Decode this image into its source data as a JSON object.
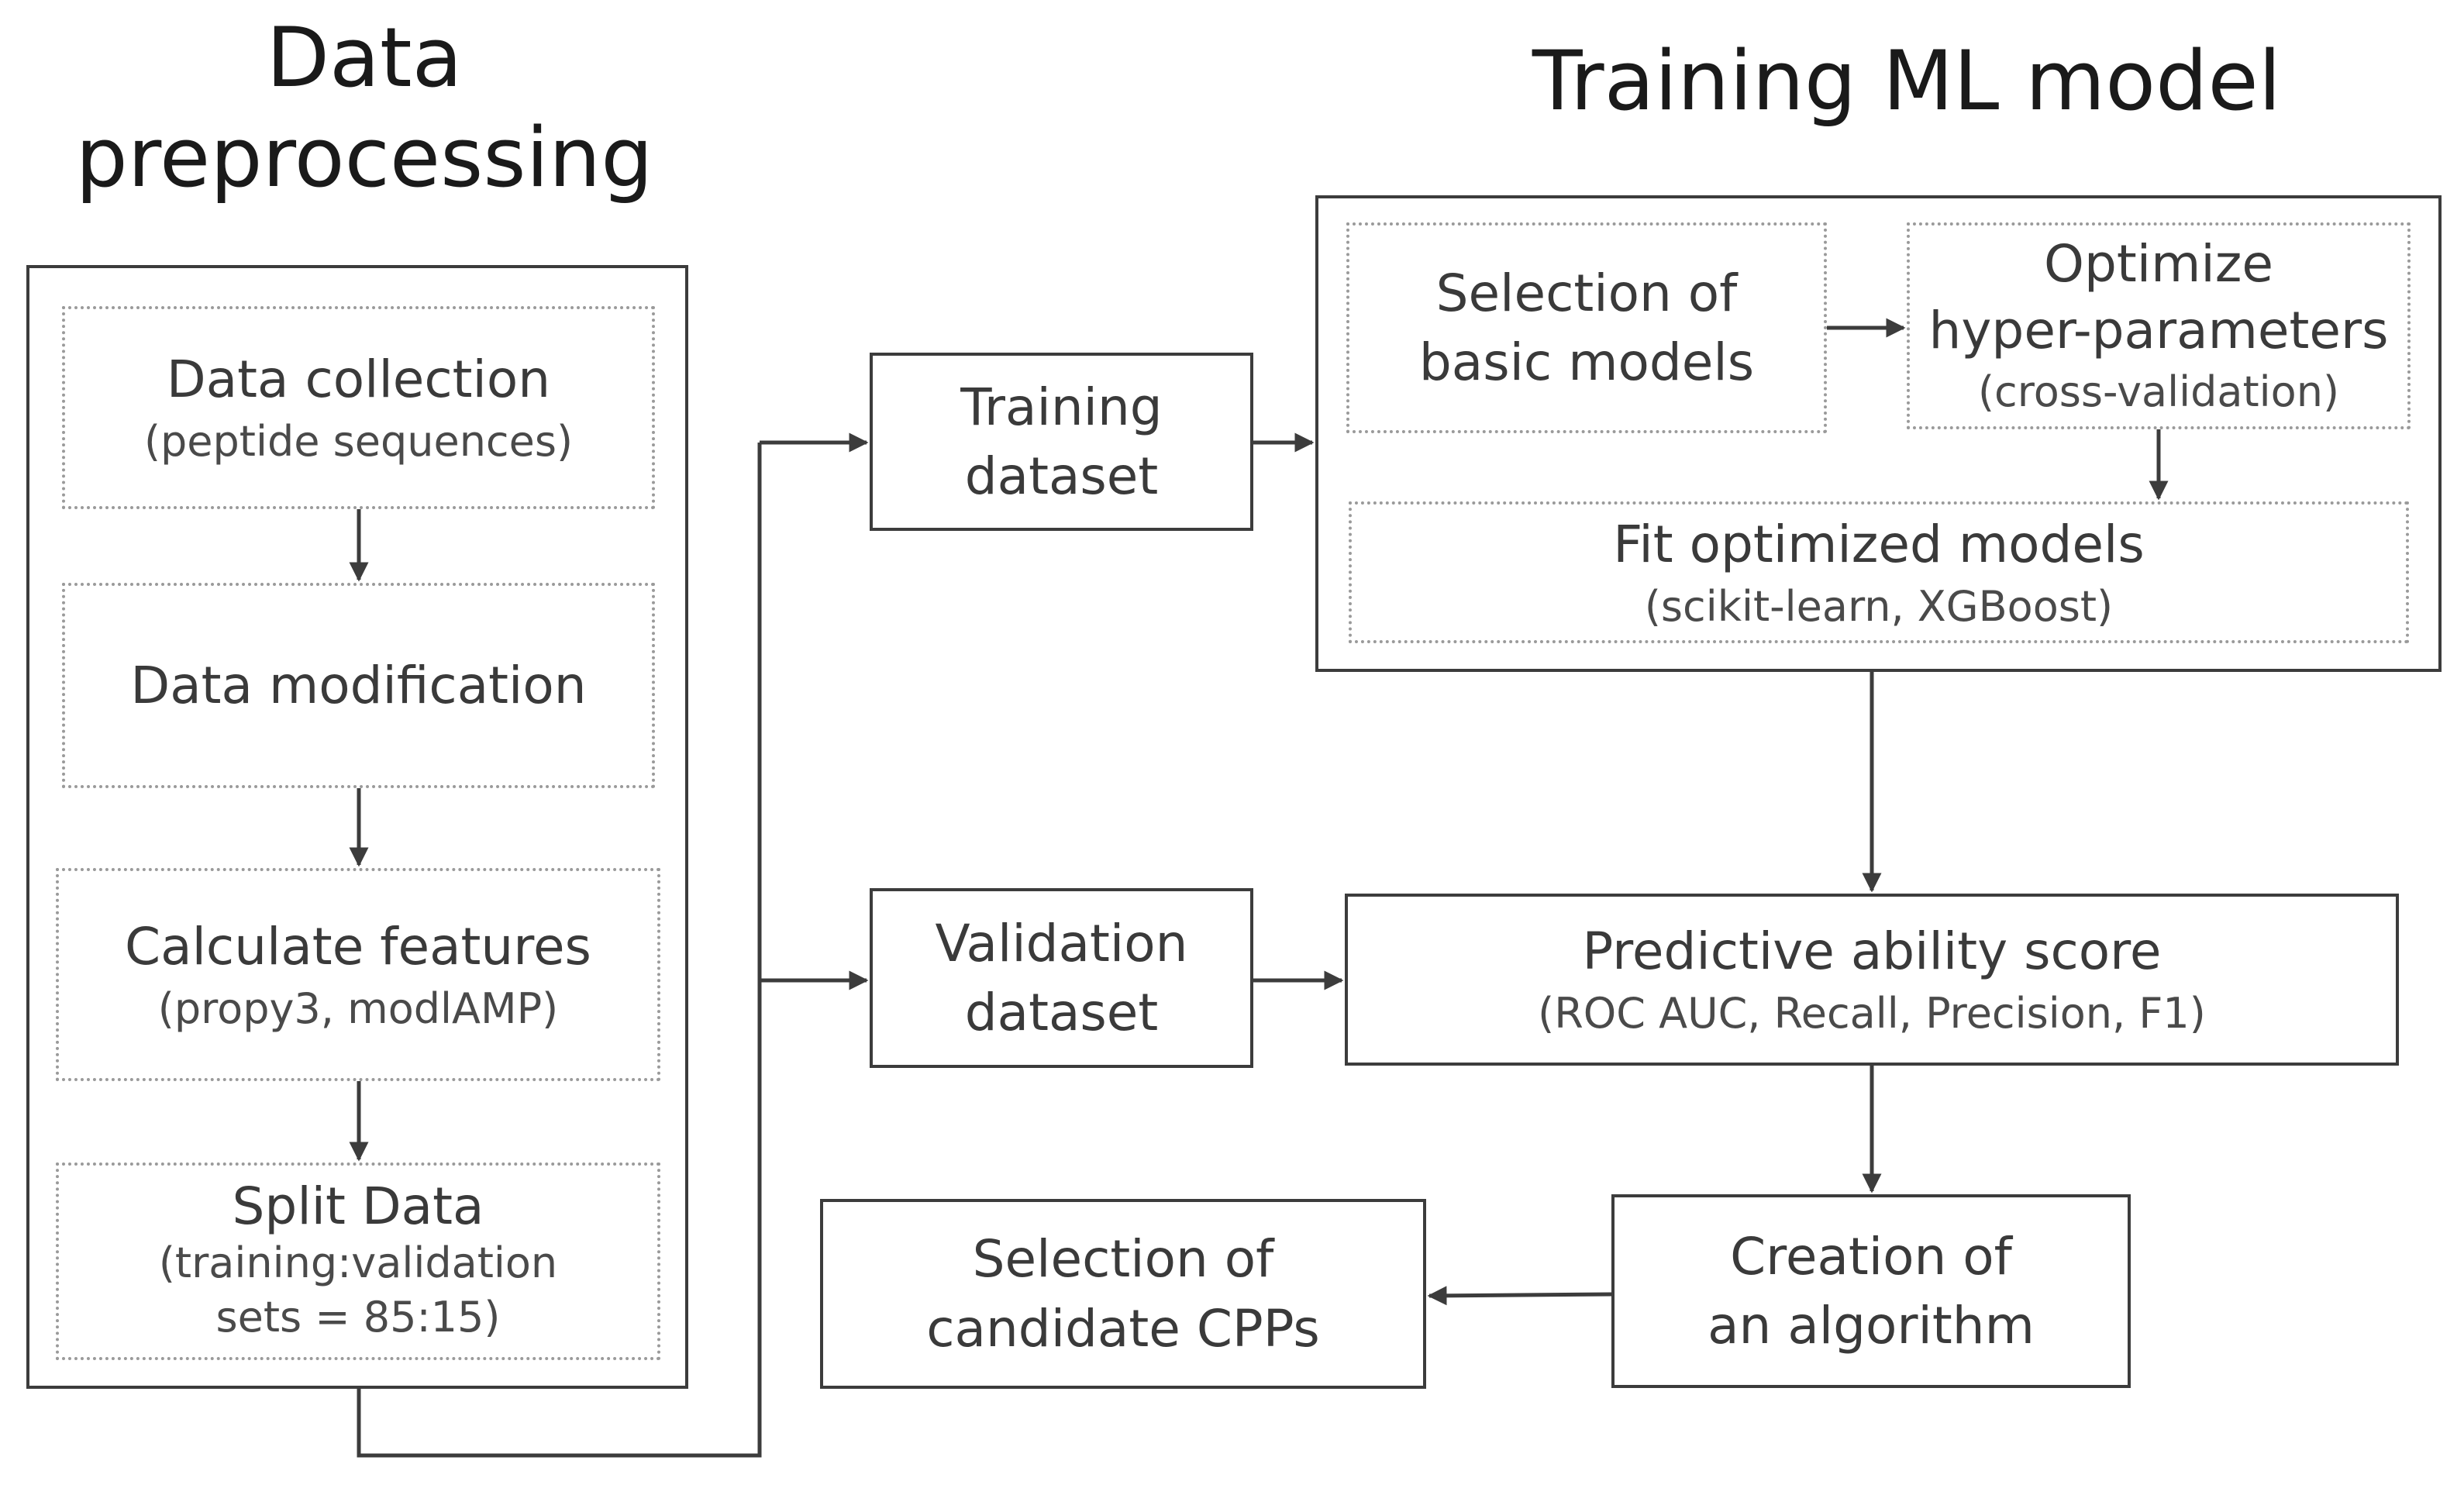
{
  "titles": {
    "preprocessing": [
      "Data",
      "preprocessing"
    ],
    "training": "Training ML model"
  },
  "preprocessing": {
    "data_collection": {
      "main": "Data collection",
      "sub": "(peptide sequences)"
    },
    "data_modification": {
      "main": "Data modification"
    },
    "calculate_features": {
      "main": "Calculate features",
      "sub": "(propy3, modlAMP)"
    },
    "split_data": {
      "main": "Split Data",
      "sub1": "(training:validation",
      "sub2": "sets = 85:15)"
    }
  },
  "datasets": {
    "training": [
      "Training",
      "dataset"
    ],
    "validation": [
      "Validation",
      "dataset"
    ]
  },
  "training_model": {
    "selection_basic": [
      "Selection of",
      "basic models"
    ],
    "optimize": {
      "main1": "Optimize",
      "main2": "hyper-parameters",
      "sub": "(cross-validation)"
    },
    "fit_models": {
      "main": "Fit optimized models",
      "sub": "(scikit-learn, XGBoost)"
    }
  },
  "predictive": {
    "main": "Predictive ability score",
    "sub": "(ROC AUC, Recall, Precision, F1)"
  },
  "algorithm": [
    "Creation of",
    "an algorithm"
  ],
  "candidates": [
    "Selection of",
    "candidate CPPs"
  ]
}
